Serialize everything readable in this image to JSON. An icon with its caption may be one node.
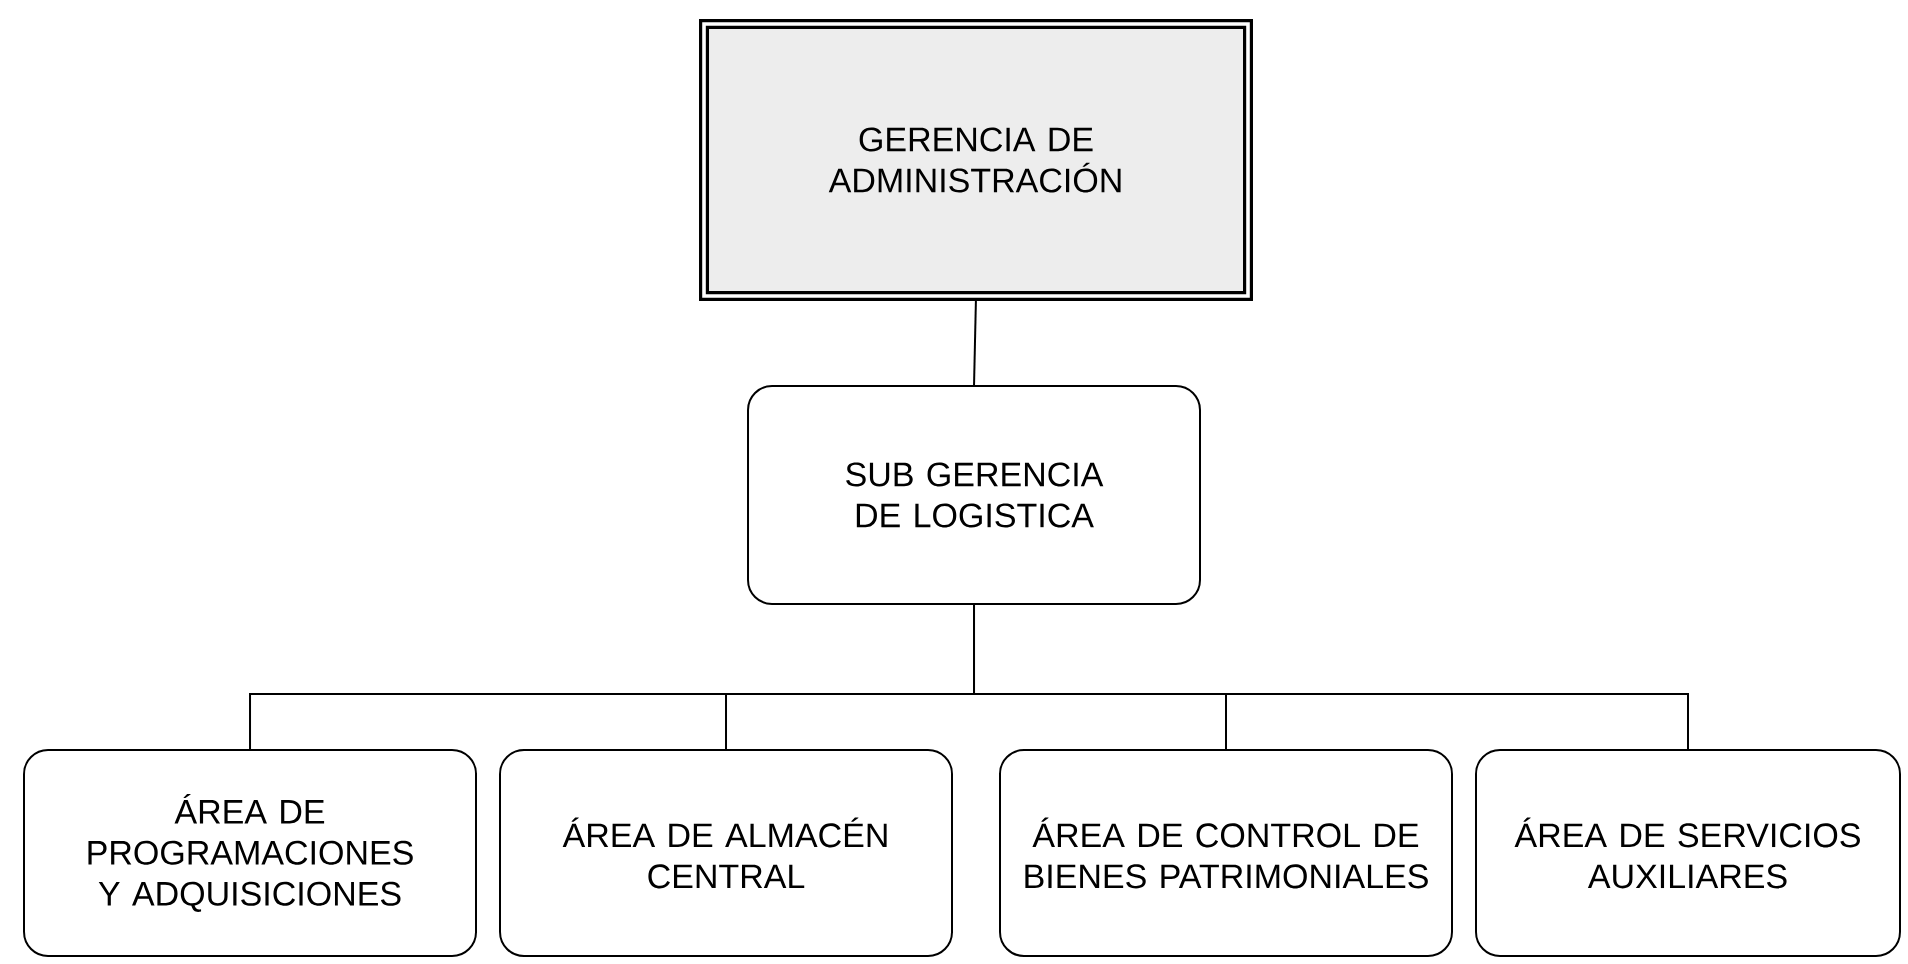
{
  "diagram": {
    "nodes": [
      {
        "text": [
          "GERENCIA DE ADMINISTRACIÓN"
        ]
      },
      {
        "text": [
          "SUB GERENCIA DE LOGISTICA"
        ]
      },
      {
        "text": [
          "ÁREA DE PROGRAMACIONES Y ADQUISICIONES"
        ]
      },
      {
        "text": [
          "ÁREA DE ALMACÉN CENTRAL"
        ]
      },
      {
        "text": [
          "ÁREA DE CONTROL DE BIENES PATRIMONIALES"
        ]
      },
      {
        "text": [
          "ÁREA DE SERVICIOS AUXILIARES"
        ]
      }
    ],
    "edges": [
      {
        "from": 0,
        "to": 1,
        "arrow": "none"
      },
      {
        "from": 1,
        "to": 2,
        "arrow": "none"
      },
      {
        "from": 1,
        "to": 3,
        "arrow": "none"
      },
      {
        "from": 1,
        "to": 4,
        "arrow": "none"
      },
      {
        "from": 1,
        "to": 5,
        "arrow": "none"
      }
    ]
  }
}
